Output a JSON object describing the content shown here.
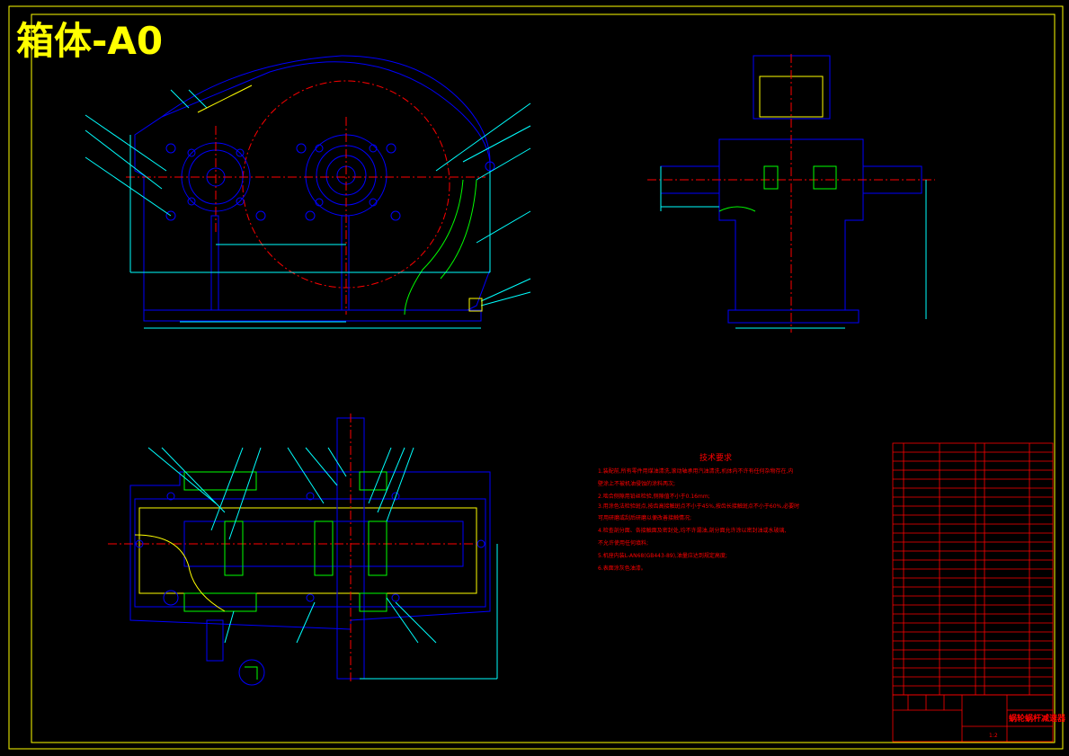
{
  "drawing": {
    "title": "箱体-A0",
    "colors": {
      "background": "#000000",
      "outline": "#0000ff",
      "dimension": "#00ffff",
      "centerline": "#ff0000",
      "frame": "#ffff00",
      "hatch": "#00ff00",
      "notes": "#ff0000",
      "title_text": "#ffff00",
      "white": "#ffffff",
      "part_line": "#ff00ff"
    }
  },
  "technical_notes": {
    "heading": "技术要求",
    "lines": [
      "1.装配前,所有零件用煤油清洗,滚动轴承用汽油清洗,机体内不许有任何杂物存在,内",
      "  壁涂上不被机油侵蚀的涂料两次;",
      "2.啮合侧隙用铅丝检验,侧隙值不小于0.16mm;",
      "3.用涂色法检验斑点,按齿高接触斑点不小于45%,按齿长接触斑点不小于60%,必要时",
      "  可用研磨或刮后研磨以便改善接触情况;",
      "4.检查剖分面、各接触面及密封处,均不许漏油,剖分面允许涂以密封油或水玻璃,",
      "  不允许使用任何填料;",
      "5.机座内装L-AN68(GB443-89),油量应达到规定高度;",
      "6.表面涂灰色油漆。"
    ]
  },
  "title_block": {
    "name": "蜗轮蜗杆减速器",
    "scale": "1:2"
  }
}
